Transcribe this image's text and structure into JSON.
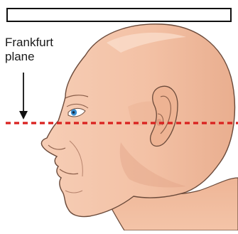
{
  "annotation": {
    "label_line1": "Frankfurt",
    "label_line2": "plane"
  },
  "colors": {
    "skin": "#f3c3a8",
    "skin_shadow": "#e2a587",
    "skin_highlight": "#fbe0cf",
    "outline": "#6b4a3a",
    "plane_line": "#d9201e",
    "iris": "#3a8fd0",
    "arrow": "#111111",
    "bar_fill": "#ffffff",
    "bar_stroke": "#111111"
  },
  "icons": {
    "arrow": "down-arrow-icon",
    "ear": "ear-illustration",
    "eye": "eye-illustration"
  }
}
